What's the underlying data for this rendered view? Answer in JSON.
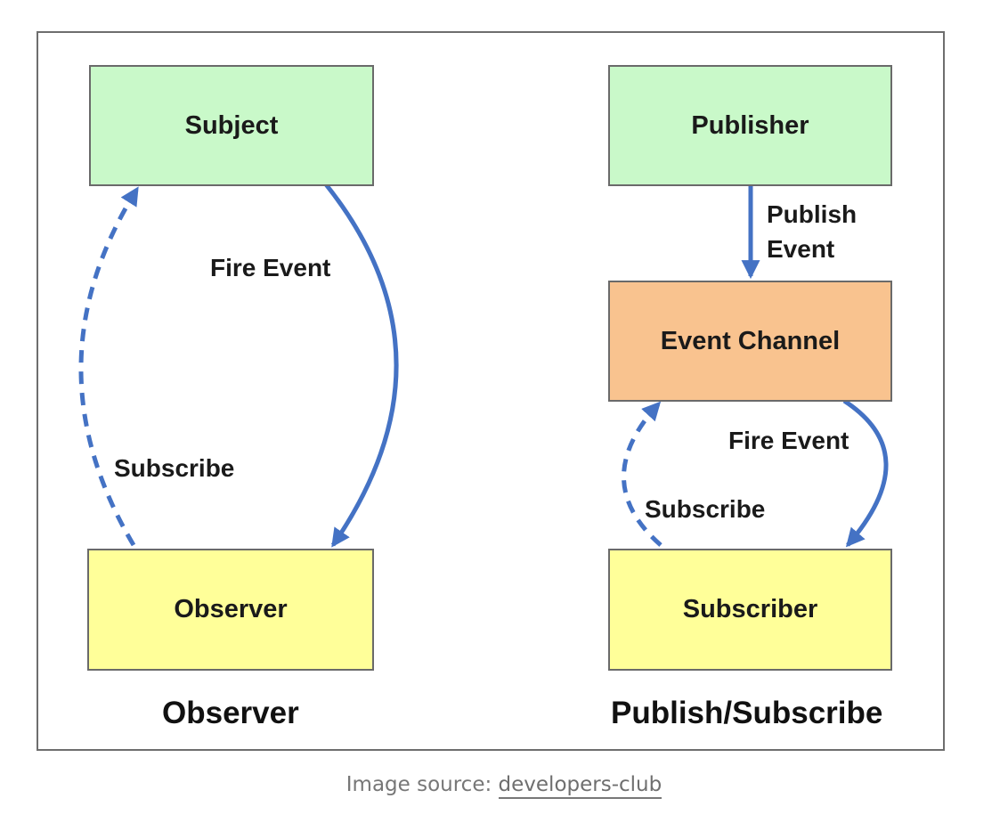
{
  "observer_pattern": {
    "subject": "Subject",
    "observer": "Observer",
    "fire_event": "Fire Event",
    "subscribe": "Subscribe",
    "caption": "Observer"
  },
  "pubsub_pattern": {
    "publisher": "Publisher",
    "publish_event_line1": "Publish",
    "publish_event_line2": "Event",
    "event_channel": "Event Channel",
    "fire_event": "Fire Event",
    "subscribe": "Subscribe",
    "subscriber": "Subscriber",
    "caption": "Publish/Subscribe"
  },
  "image_source": {
    "prefix": "Image source: ",
    "link_text": "developers-club"
  },
  "colors": {
    "arrow": "#4472c4",
    "subject_fill": "#c9f9c9",
    "observer_fill": "#ffff99",
    "channel_fill": "#f9c38f"
  }
}
